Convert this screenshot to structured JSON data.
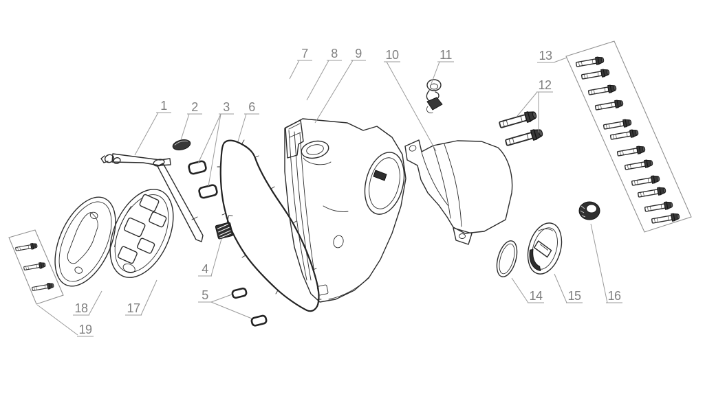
{
  "diagram": {
    "type": "exploded-parts-diagram",
    "subject": "engine-clutch-side-cover-assembly",
    "background_color": "#ffffff",
    "part_line_color": "#2b2b2b",
    "callout_color": "#7f7f7f",
    "leader_line_color": "#9a9a9a",
    "callouts": [
      {
        "label": "1"
      },
      {
        "label": "2"
      },
      {
        "label": "3"
      },
      {
        "label": "4"
      },
      {
        "label": "5"
      },
      {
        "label": "6"
      },
      {
        "label": "7"
      },
      {
        "label": "8"
      },
      {
        "label": "9"
      },
      {
        "label": "10"
      },
      {
        "label": "11"
      },
      {
        "label": "12"
      },
      {
        "label": "13"
      },
      {
        "label": "14"
      },
      {
        "label": "15"
      },
      {
        "label": "16"
      },
      {
        "label": "17"
      },
      {
        "label": "18"
      },
      {
        "label": "19"
      }
    ],
    "bolt_counts": {
      "panel_13": 12,
      "panel_19": 3,
      "group_12": 2
    }
  }
}
